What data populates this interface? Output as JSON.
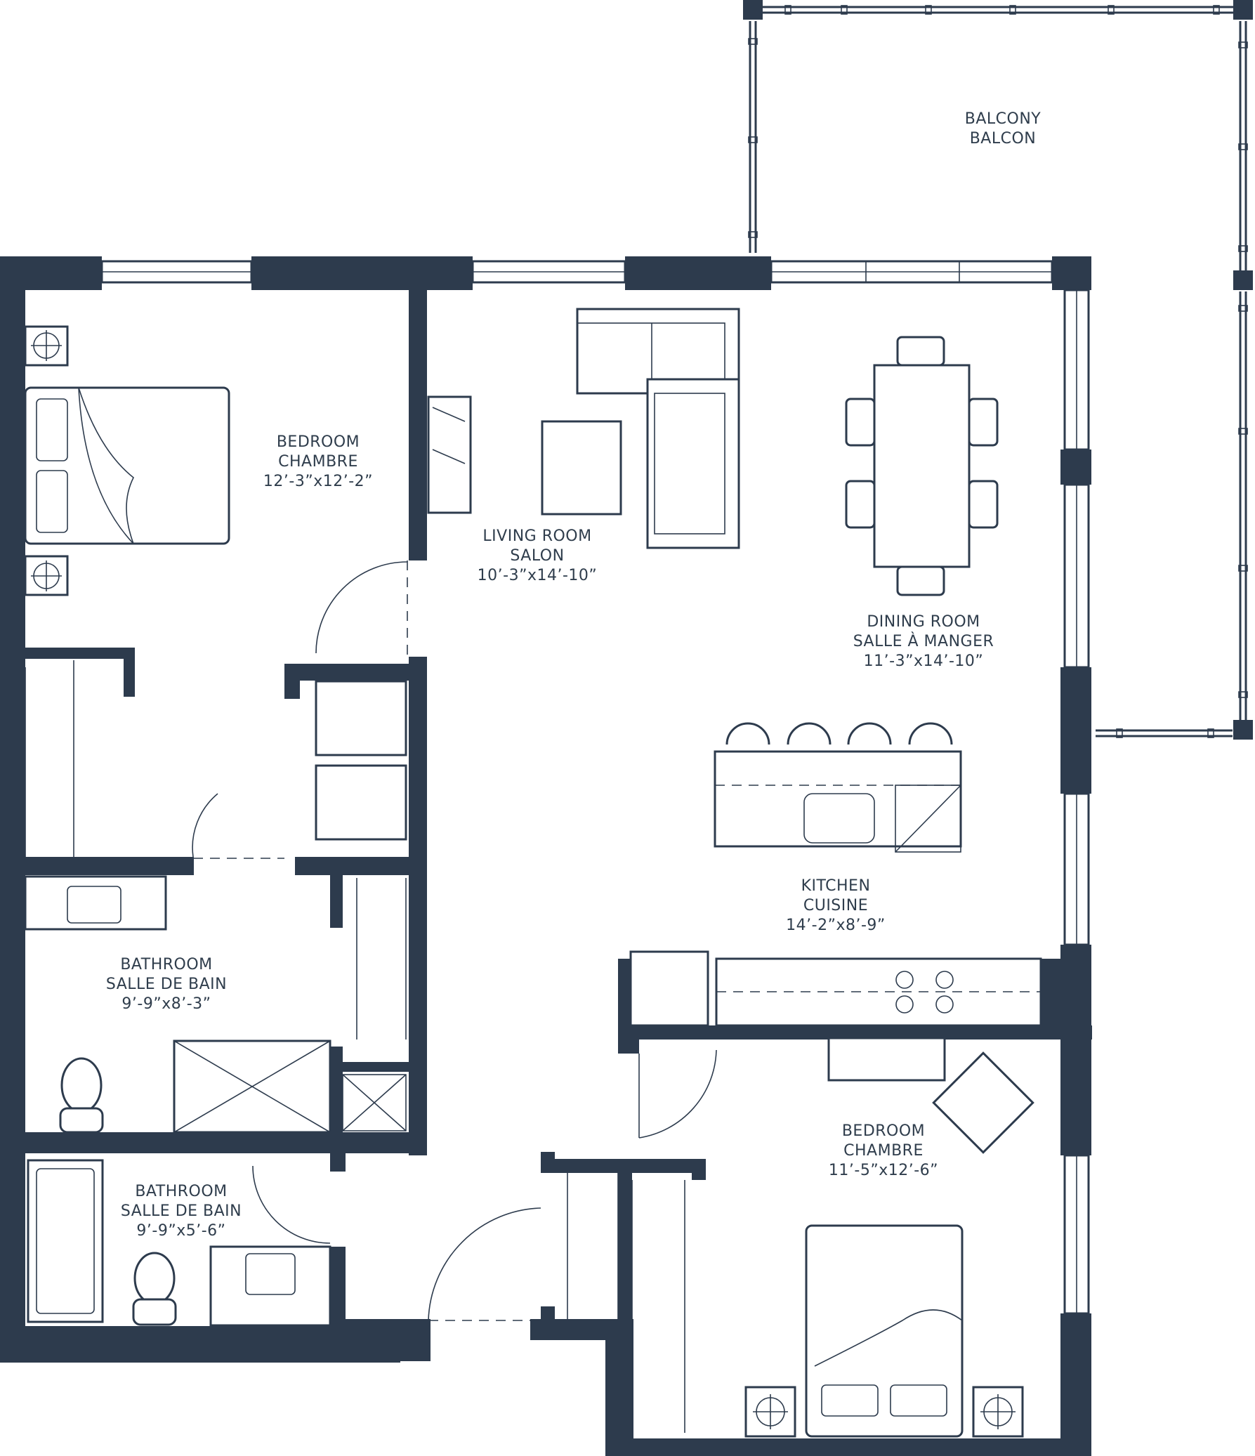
{
  "colors": {
    "wall": "#2d3b4d",
    "text": "#2f3d4c",
    "background": "#ffffff"
  },
  "rooms": {
    "balcony": {
      "name_en": "BALCONY",
      "name_fr": "BALCON"
    },
    "bedroom1": {
      "name_en": "BEDROOM",
      "name_fr": "CHAMBRE",
      "size": "12’-3”x12’-2”"
    },
    "living": {
      "name_en": "LIVING ROOM",
      "name_fr": "SALON",
      "size": "10’-3”x14’-10”"
    },
    "dining": {
      "name_en": "DINING ROOM",
      "name_fr": "SALLE À MANGER",
      "size": "11’-3”x14’-10”"
    },
    "kitchen": {
      "name_en": "KITCHEN",
      "name_fr": "CUISINE",
      "size": "14’-2”x8’-9”"
    },
    "bath1": {
      "name_en": "BATHROOM",
      "name_fr": "SALLE DE BAIN",
      "size": "9’-9”x8’-3”"
    },
    "bath2": {
      "name_en": "BATHROOM",
      "name_fr": "SALLE DE BAIN",
      "size": "9’-9”x5’-6”"
    },
    "bedroom2": {
      "name_en": "BEDROOM",
      "name_fr": "CHAMBRE",
      "size": "11’-5”x12’-6”"
    }
  }
}
